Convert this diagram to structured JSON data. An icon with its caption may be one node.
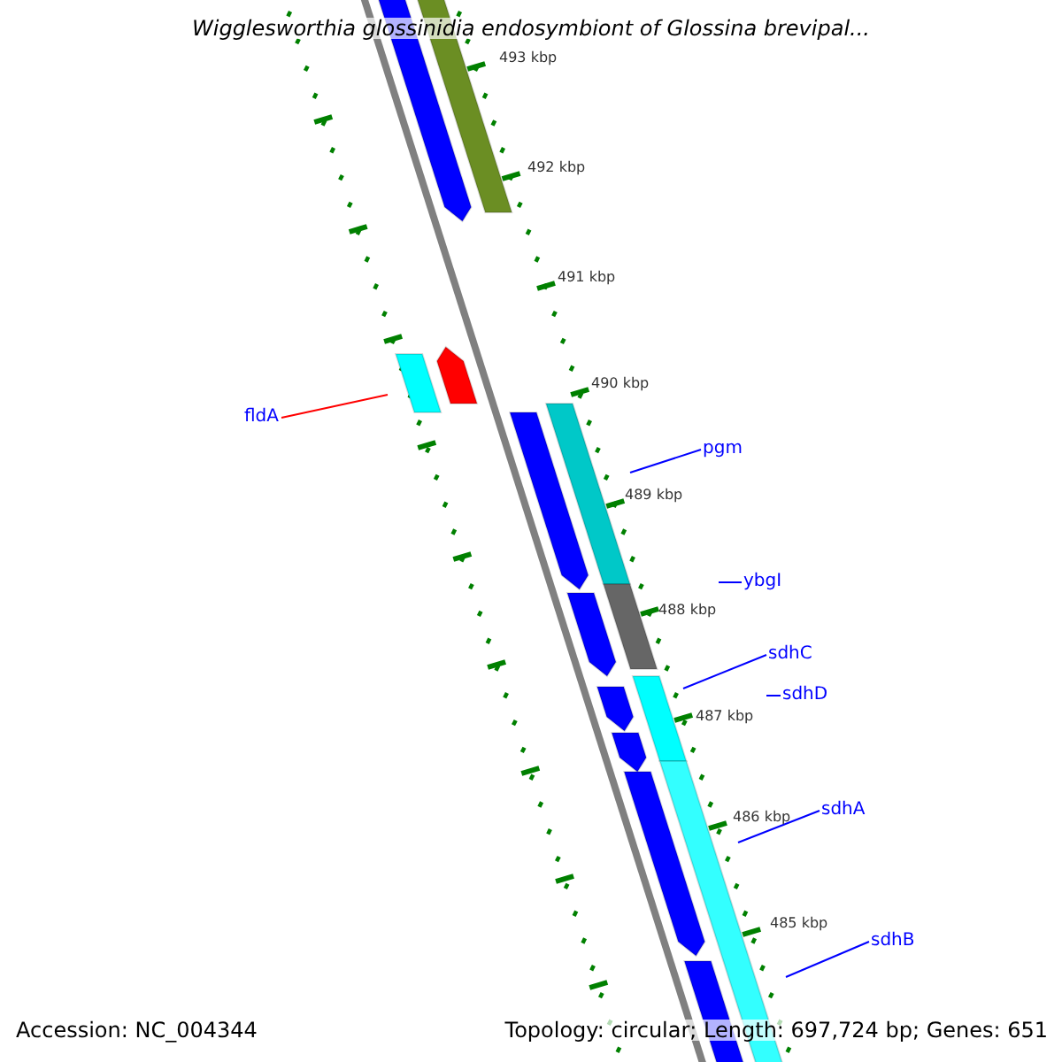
{
  "diagram": {
    "title": "Wigglesworthia glossinidia endosymbiont of Glossina brevipal...",
    "nodes": [
      {
        "text": [
          "fldA"
        ]
      },
      {
        "text": [
          "pgm"
        ]
      },
      {
        "text": [
          "ybgI"
        ]
      },
      {
        "text": [
          "sdhC"
        ]
      },
      {
        "text": [
          "sdhD"
        ]
      },
      {
        "text": [
          "sdhA"
        ]
      },
      {
        "text": [
          "sdhB"
        ]
      }
    ],
    "edges": [
      {
        "from": 0,
        "to": null,
        "arrow": "none",
        "color": "#ff0000"
      },
      {
        "from": 1,
        "to": null,
        "arrow": "none"
      },
      {
        "from": 2,
        "to": null,
        "arrow": "none"
      },
      {
        "from": 3,
        "to": null,
        "arrow": "none"
      },
      {
        "from": 4,
        "to": null,
        "arrow": "none"
      },
      {
        "from": 5,
        "to": null,
        "arrow": "none"
      },
      {
        "from": 6,
        "to": null,
        "arrow": "none"
      }
    ],
    "labels": [
      "493 kbp",
      "492 kbp",
      "491 kbp",
      "490 kbp",
      "489 kbp",
      "488 kbp",
      "487 kbp",
      "486 kbp",
      "485 kbp",
      "Accession: NC_004344",
      "Topology: circular; Length: 697,724 bp; Genes: 651"
    ]
  }
}
